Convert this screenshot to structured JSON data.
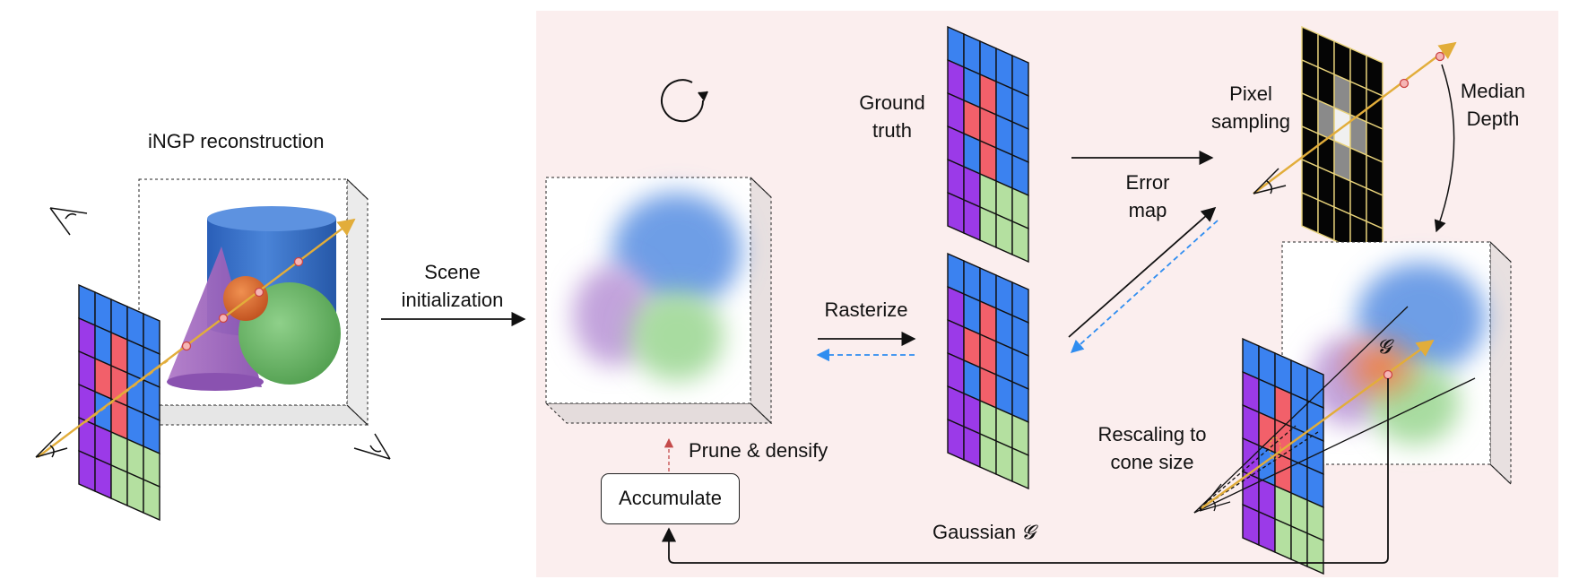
{
  "labels": {
    "ingp": "iNGP reconstruction",
    "scene_init_1": "Scene",
    "scene_init_2": "initialization",
    "ground_truth_1": "Ground",
    "ground_truth_2": "truth",
    "error_map_1": "Error",
    "error_map_2": "map",
    "pixel_sampling_1": "Pixel",
    "pixel_sampling_2": "sampling",
    "median_depth_1": "Median",
    "median_depth_2": "Depth",
    "rasterize": "Rasterize",
    "prune_densify": "Prune & densify",
    "accumulate": "Accumulate",
    "rescaling_1": "Rescaling to",
    "rescaling_2": "cone size",
    "gaussian": "Gaussian",
    "gaussian_symbol": "𝓖"
  },
  "colors": {
    "panel_bg": "#fbeeee",
    "grid_blue": "#3b82f0",
    "grid_purple": "#9b3ae8",
    "grid_red": "#f2606a",
    "grid_green": "#b4e0a0",
    "ray": "#e2ad3a",
    "dashed_blue": "#2f8df0",
    "prune_arrow": "#c44a4a"
  },
  "icons": {
    "loop": "refresh-icon",
    "camera": "camera-icon"
  }
}
